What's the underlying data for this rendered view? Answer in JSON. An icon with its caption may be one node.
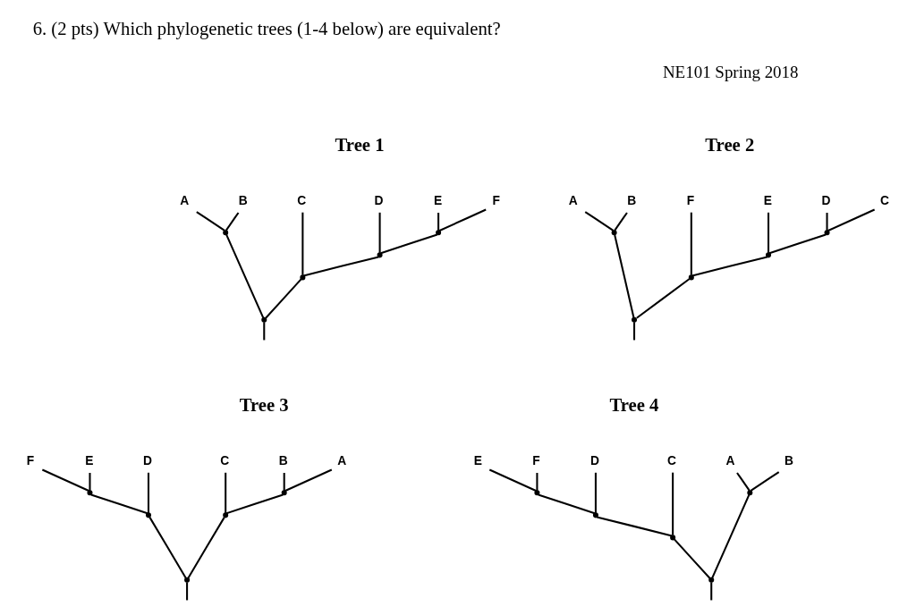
{
  "diagram": {
    "title": "6. (2 pts) Which phylogenetic trees (1-4 below) are equivalent?",
    "nodes": [
      {
        "text": [
          "A"
        ]
      },
      {
        "text": [
          "B"
        ]
      },
      {
        "text": [
          "C"
        ]
      },
      {
        "text": [
          "D"
        ]
      },
      {
        "text": [
          "E"
        ]
      },
      {
        "text": [
          "F"
        ]
      },
      {
        "text": [],
        "shape": "point"
      },
      {
        "text": [],
        "shape": "point"
      },
      {
        "text": [],
        "shape": "point"
      },
      {
        "text": [],
        "shape": "point"
      },
      {
        "text": [],
        "shape": "point"
      },
      {
        "text": [
          "A"
        ]
      },
      {
        "text": [
          "B"
        ]
      },
      {
        "text": [
          "F"
        ]
      },
      {
        "text": [
          "E"
        ]
      },
      {
        "text": [
          "D"
        ]
      },
      {
        "text": [
          "C"
        ]
      },
      {
        "text": [],
        "shape": "point"
      },
      {
        "text": [],
        "shape": "point"
      },
      {
        "text": [],
        "shape": "point"
      },
      {
        "text": [],
        "shape": "point"
      },
      {
        "text": [],
        "shape": "point"
      },
      {
        "text": [
          "F"
        ]
      },
      {
        "text": [
          "E"
        ]
      },
      {
        "text": [
          "D"
        ]
      },
      {
        "text": [
          "C"
        ]
      },
      {
        "text": [
          "B"
        ]
      },
      {
        "text": [
          "A"
        ]
      },
      {
        "text": [],
        "shape": "point"
      },
      {
        "text": [],
        "shape": "point"
      },
      {
        "text": [],
        "shape": "point"
      },
      {
        "text": [],
        "shape": "point"
      },
      {
        "text": [],
        "shape": "point"
      },
      {
        "text": [
          "E"
        ]
      },
      {
        "text": [
          "F"
        ]
      },
      {
        "text": [
          "D"
        ]
      },
      {
        "text": [
          "C"
        ]
      },
      {
        "text": [
          "A"
        ]
      },
      {
        "text": [
          "B"
        ]
      },
      {
        "text": [],
        "shape": "point"
      },
      {
        "text": [],
        "shape": "point"
      },
      {
        "text": [],
        "shape": "point"
      },
      {
        "text": [],
        "shape": "point"
      },
      {
        "text": [],
        "shape": "point"
      }
    ],
    "edges": [
      {
        "from": null,
        "to": 10,
        "arrow": "none"
      },
      {
        "from": 10,
        "to": 6,
        "arrow": "none"
      },
      {
        "from": 10,
        "to": 9,
        "arrow": "none"
      },
      {
        "from": 6,
        "to": 0,
        "arrow": "none"
      },
      {
        "from": 6,
        "to": 1,
        "arrow": "none"
      },
      {
        "from": 9,
        "to": 2,
        "arrow": "none"
      },
      {
        "from": 9,
        "to": 8,
        "arrow": "none"
      },
      {
        "from": 8,
        "to": 3,
        "arrow": "none"
      },
      {
        "from": 8,
        "to": 7,
        "arrow": "none"
      },
      {
        "from": 7,
        "to": 4,
        "arrow": "none"
      },
      {
        "from": 7,
        "to": 5,
        "arrow": "none"
      },
      {
        "from": null,
        "to": 21,
        "arrow": "none"
      },
      {
        "from": 21,
        "to": 17,
        "arrow": "none"
      },
      {
        "from": 21,
        "to": 20,
        "arrow": "none"
      },
      {
        "from": 17,
        "to": 11,
        "arrow": "none"
      },
      {
        "from": 17,
        "to": 12,
        "arrow": "none"
      },
      {
        "from": 20,
        "to": 13,
        "arrow": "none"
      },
      {
        "from": 20,
        "to": 19,
        "arrow": "none"
      },
      {
        "from": 19,
        "to": 14,
        "arrow": "none"
      },
      {
        "from": 19,
        "to": 18,
        "arrow": "none"
      },
      {
        "from": 18,
        "to": 15,
        "arrow": "none"
      },
      {
        "from": 18,
        "to": 16,
        "arrow": "none"
      },
      {
        "from": null,
        "to": 32,
        "arrow": "none"
      },
      {
        "from": 32,
        "to": 30,
        "arrow": "none"
      },
      {
        "from": 32,
        "to": 31,
        "arrow": "none"
      },
      {
        "from": 30,
        "to": 28,
        "arrow": "none"
      },
      {
        "from": 30,
        "to": 24,
        "arrow": "none"
      },
      {
        "from": 28,
        "to": 22,
        "arrow": "none"
      },
      {
        "from": 28,
        "to": 23,
        "arrow": "none"
      },
      {
        "from": 31,
        "to": 25,
        "arrow": "none"
      },
      {
        "from": 31,
        "to": 29,
        "arrow": "none"
      },
      {
        "from": 29,
        "to": 26,
        "arrow": "none"
      },
      {
        "from": 29,
        "to": 27,
        "arrow": "none"
      },
      {
        "from": null,
        "to": 43,
        "arrow": "none"
      },
      {
        "from": 43,
        "to": 42,
        "arrow": "none"
      },
      {
        "from": 43,
        "to": 40,
        "arrow": "none"
      },
      {
        "from": 42,
        "to": 41,
        "arrow": "none"
      },
      {
        "from": 42,
        "to": 36,
        "arrow": "none"
      },
      {
        "from": 41,
        "to": 39,
        "arrow": "none"
      },
      {
        "from": 41,
        "to": 35,
        "arrow": "none"
      },
      {
        "from": 39,
        "to": 33,
        "arrow": "none"
      },
      {
        "from": 39,
        "to": 34,
        "arrow": "none"
      },
      {
        "from": 40,
        "to": 37,
        "arrow": "none"
      },
      {
        "from": 40,
        "to": 38,
        "arrow": "none"
      }
    ],
    "labels": [
      "NE101 Spring 2018",
      "Tree 1",
      "Tree 2",
      "Tree 3",
      "Tree 4"
    ]
  }
}
